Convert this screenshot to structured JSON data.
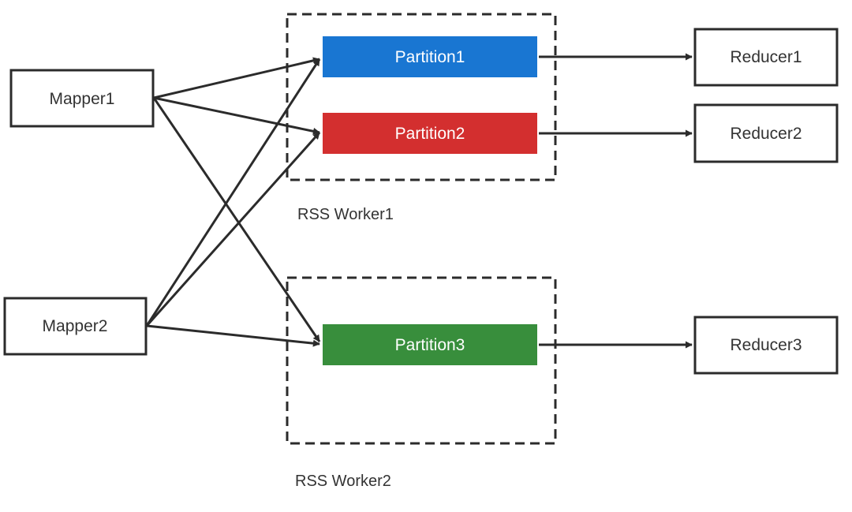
{
  "mappers": [
    {
      "label": "Mapper1"
    },
    {
      "label": "Mapper2"
    }
  ],
  "workers": [
    {
      "label": "RSS Worker1"
    },
    {
      "label": "RSS Worker2"
    }
  ],
  "partitions": [
    {
      "label": "Partition1",
      "color": "#1976D2"
    },
    {
      "label": "Partition2",
      "color": "#D32F2F"
    },
    {
      "label": "Partition3",
      "color": "#388E3C"
    }
  ],
  "reducers": [
    {
      "label": "Reducer1"
    },
    {
      "label": "Reducer2"
    },
    {
      "label": "Reducer3"
    }
  ],
  "edges": [
    {
      "from": "Mapper1",
      "to": "Partition1"
    },
    {
      "from": "Mapper1",
      "to": "Partition2"
    },
    {
      "from": "Mapper1",
      "to": "Partition3"
    },
    {
      "from": "Mapper2",
      "to": "Partition1"
    },
    {
      "from": "Mapper2",
      "to": "Partition2"
    },
    {
      "from": "Mapper2",
      "to": "Partition3"
    },
    {
      "from": "Partition1",
      "to": "Reducer1"
    },
    {
      "from": "Partition2",
      "to": "Reducer2"
    },
    {
      "from": "Partition3",
      "to": "Reducer3"
    }
  ],
  "colors": {
    "stroke": "#2b2b2b",
    "text": "#333333",
    "partition_text": "#ffffff"
  }
}
